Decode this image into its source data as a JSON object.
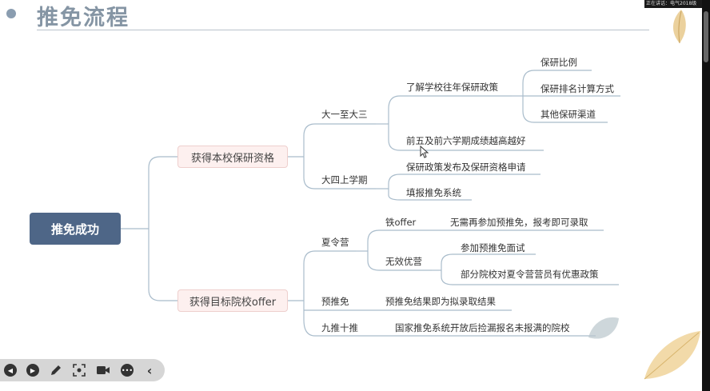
{
  "slide": {
    "title": "推免流程",
    "camera_badge": "正在讲话：电气2018级"
  },
  "mindmap": {
    "root": "推免成功",
    "branch_local": {
      "label": "获得本校保研资格",
      "year1to3": {
        "label": "大一至大三",
        "policy": {
          "label": "了解学校往年保研政策",
          "items": [
            "保研比例",
            "保研排名计算方式",
            "其他保研渠道"
          ]
        },
        "grades": "前五及前六学期成绩越高越好"
      },
      "year4": {
        "label": "大四上学期",
        "items": [
          "保研政策发布及保研资格申请",
          "填报推免系统"
        ]
      }
    },
    "branch_target": {
      "label": "获得目标院校offer",
      "summer_camp": {
        "label": "夏令营",
        "iron_offer": {
          "label": "铁offer",
          "desc": "无需再参加预推免，报考即可录取"
        },
        "invalid": {
          "label": "无效优营",
          "items": [
            "参加预推免面试",
            "部分院校对夏令营营员有优惠政策"
          ]
        }
      },
      "pre_recommend": {
        "label": "预推免",
        "desc": "预推免结果即为拟录取结果"
      },
      "nine_ten": {
        "label": "九推十推",
        "desc": "国家推免系统开放后捡漏报名未报满的院校"
      }
    }
  },
  "toolbar": {
    "icons": [
      "prev-icon",
      "next-icon",
      "pen-icon",
      "screenshot-icon",
      "camera-icon",
      "more-icon",
      "collapse-icon"
    ]
  },
  "colors": {
    "root_bg": "#4e6687",
    "branch_bg": "#fdf0ef",
    "line": "#a9bccb",
    "title": "#8595a4"
  }
}
